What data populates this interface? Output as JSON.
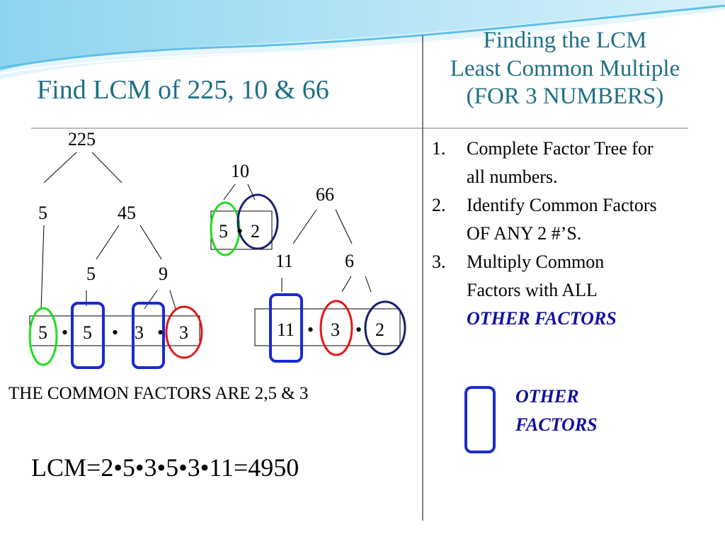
{
  "title_left": "Find LCM of 225, 10 & 66",
  "title_right": [
    "Finding the LCM",
    "Least Common Multiple",
    "(FOR 3 NUMBERS)"
  ],
  "steps": [
    {
      "num": "1.",
      "lines": [
        "Complete Factor Tree for",
        "all numbers."
      ]
    },
    {
      "num": "2.",
      "lines": [
        "Identify Common Factors",
        "OF ANY 2 #’S."
      ]
    },
    {
      "num": "3.",
      "lines": [
        "Multiply Common",
        "Factors with ALL"
      ],
      "emphasis": "OTHER FACTORS"
    }
  ],
  "legend": [
    "OTHER",
    "FACTORS"
  ],
  "trees": {
    "t225": {
      "root": "225",
      "left": "5",
      "right": "45",
      "right_left": "5",
      "right_right": "9"
    },
    "t10": {
      "root": "10"
    },
    "t66": {
      "root": "66",
      "left": "11",
      "right": "6"
    }
  },
  "products": {
    "p225": {
      "factors": [
        "5",
        "5",
        "3",
        "3"
      ],
      "sep": "•"
    },
    "p10": {
      "factors": [
        "5",
        "2"
      ],
      "sep": "•"
    },
    "p66": {
      "factors": [
        "11",
        "3",
        "2"
      ],
      "sep": "•"
    }
  },
  "common_statement": "THE COMMON FACTORS ARE 2,5 & 3",
  "lcm_result": "LCM=2•5•3•5•3•11=4950",
  "colors": {
    "title": "#1e6f86",
    "emphasis": "#1010a0",
    "green_marker": "#22dd22",
    "blue_marker": "#1a2ad0",
    "navy_marker": "#18206e",
    "red_marker": "#e01818",
    "wave_light": "#a9dcef",
    "wave_mid": "#5fc0e6"
  }
}
